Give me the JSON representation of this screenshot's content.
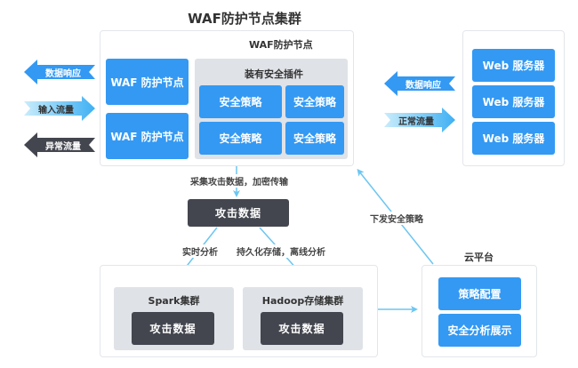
{
  "title": "WAF防护节点集群",
  "waf_panel": {
    "title": "WAF防护节点",
    "nodes": [
      "WAF 防护节点",
      "WAF 防护节点"
    ],
    "plugin_group": {
      "title": "装有安全插件",
      "policies": [
        "安全策略",
        "安全策略",
        "安全策略",
        "安全策略"
      ]
    }
  },
  "left_arrows": [
    {
      "label": "数据响应",
      "direction": "left",
      "color": "#3399f3"
    },
    {
      "label": "输入流量",
      "direction": "right",
      "color": "#7fd0f5"
    },
    {
      "label": "异常流量",
      "direction": "left",
      "color": "#44464f"
    }
  ],
  "right_arrows": [
    {
      "label": "数据响应",
      "direction": "left",
      "color": "#3399f3"
    },
    {
      "label": "正常流量",
      "direction": "right",
      "color": "#7fd0f5"
    }
  ],
  "web_servers": [
    "Web 服务器",
    "Web 服务器",
    "Web 服务器"
  ],
  "edges": {
    "collect": "采集攻击数据，加密传输",
    "realtime": "实时分析",
    "persist": "持久化存储，离线分析",
    "dispatch": "下发安全策略"
  },
  "attack_data": "攻击数据",
  "analysis": {
    "spark": {
      "title": "Spark集群",
      "content": "攻击数据"
    },
    "hadoop": {
      "title": "Hadoop存储集群",
      "content": "攻击数据"
    }
  },
  "cloud": {
    "title": "云平台",
    "items": [
      "策略配置",
      "安全分析展示"
    ]
  },
  "colors": {
    "blue": "#3399f3",
    "dark": "#44464f",
    "line": "#6cc6f2",
    "gray": "#dfe2e7"
  }
}
